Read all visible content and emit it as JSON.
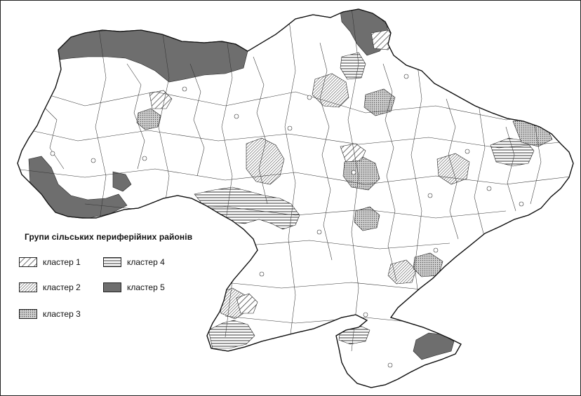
{
  "legend": {
    "title": "Групи сільських периферійних районів",
    "items": [
      {
        "label": "кластер 1",
        "pattern": "diag-sparse"
      },
      {
        "label": "кластер 2",
        "pattern": "diag-dense"
      },
      {
        "label": "кластер 3",
        "pattern": "dots"
      },
      {
        "label": "кластер 4",
        "pattern": "horizontal"
      },
      {
        "label": "кластер 5",
        "pattern": "dark-fill"
      }
    ]
  },
  "colors": {
    "border": "#222222",
    "dark_fill": "#6e6e6e",
    "hatch": "#333333",
    "background": "#ffffff"
  }
}
